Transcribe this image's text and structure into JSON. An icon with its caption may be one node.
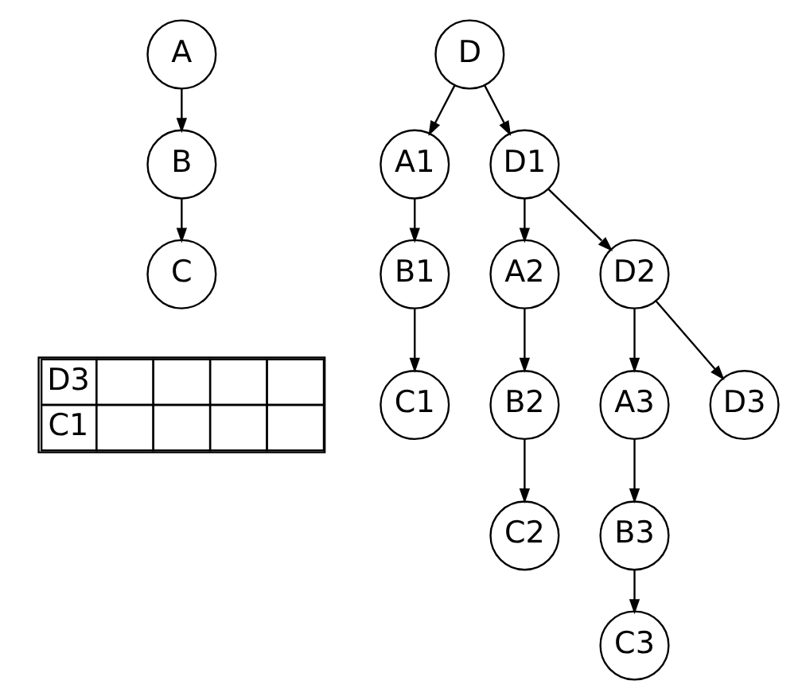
{
  "diagram": {
    "nodes": [
      {
        "text": [
          "A"
        ]
      },
      {
        "text": [
          "D"
        ]
      },
      {
        "text": [
          "B"
        ]
      },
      {
        "text": [
          "A1"
        ]
      },
      {
        "text": [
          "D1"
        ]
      },
      {
        "text": [
          "C"
        ]
      },
      {
        "text": [
          "B1"
        ]
      },
      {
        "text": [
          "A2"
        ]
      },
      {
        "text": [
          "D2"
        ]
      },
      {
        "text": [
          "C1"
        ]
      },
      {
        "text": [
          "B2"
        ]
      },
      {
        "text": [
          "A3"
        ]
      },
      {
        "text": [
          "D3"
        ]
      },
      {
        "text": [
          "C2"
        ]
      },
      {
        "text": [
          "B3"
        ]
      },
      {
        "text": [
          "C3"
        ]
      }
    ],
    "edges": [
      {
        "from": 0,
        "to": 2,
        "arrow": "to"
      },
      {
        "from": 2,
        "to": 5,
        "arrow": "to"
      },
      {
        "from": 1,
        "to": 3,
        "arrow": "to"
      },
      {
        "from": 1,
        "to": 4,
        "arrow": "to"
      },
      {
        "from": 3,
        "to": 6,
        "arrow": "to"
      },
      {
        "from": 6,
        "to": 9,
        "arrow": "to"
      },
      {
        "from": 4,
        "to": 7,
        "arrow": "to"
      },
      {
        "from": 4,
        "to": 8,
        "arrow": "to"
      },
      {
        "from": 7,
        "to": 10,
        "arrow": "to"
      },
      {
        "from": 10,
        "to": 13,
        "arrow": "to"
      },
      {
        "from": 8,
        "to": 11,
        "arrow": "to"
      },
      {
        "from": 8,
        "to": 12,
        "arrow": "to"
      },
      {
        "from": 11,
        "to": 14,
        "arrow": "to"
      },
      {
        "from": 14,
        "to": 15,
        "arrow": "to"
      }
    ],
    "labels": [
      "D3",
      "C1"
    ]
  }
}
